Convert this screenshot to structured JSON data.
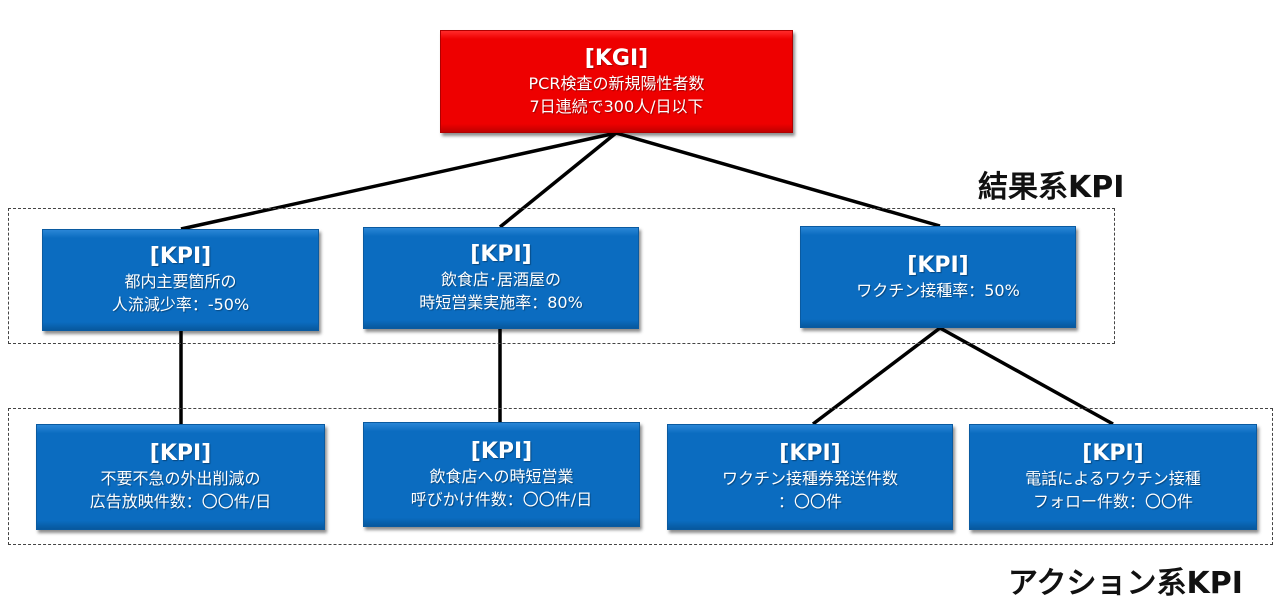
{
  "kgi": {
    "tag": "[KGI]",
    "lines": [
      "PCR検査の新規陽性者数",
      "7日連続で300人/日以下"
    ],
    "color": "#ee0000"
  },
  "result_label": "結果系KPI",
  "action_label": "アクション系KPI",
  "result_kpis": [
    {
      "tag": "[KPI]",
      "lines": [
        "都内主要箇所の",
        "人流減少率：-50%"
      ]
    },
    {
      "tag": "[KPI]",
      "lines": [
        "飲食店･居酒屋の",
        "時短営業実施率：80%"
      ]
    },
    {
      "tag": "[KPI]",
      "lines": [
        "ワクチン接種率：50%"
      ]
    }
  ],
  "action_kpis": [
    {
      "tag": "[KPI]",
      "lines": [
        "不要不急の外出削減の",
        "広告放映件数：〇〇件/日"
      ]
    },
    {
      "tag": "[KPI]",
      "lines": [
        "飲食店への時短営業",
        "呼びかけ件数：〇〇件/日"
      ]
    },
    {
      "tag": "[KPI]",
      "lines": [
        "ワクチン接種券発送件数",
        "：〇〇件"
      ]
    },
    {
      "tag": "[KPI]",
      "lines": [
        "電話によるワクチン接種",
        "フォロー件数：〇〇件"
      ]
    }
  ],
  "box_color": "#0b6cc0"
}
